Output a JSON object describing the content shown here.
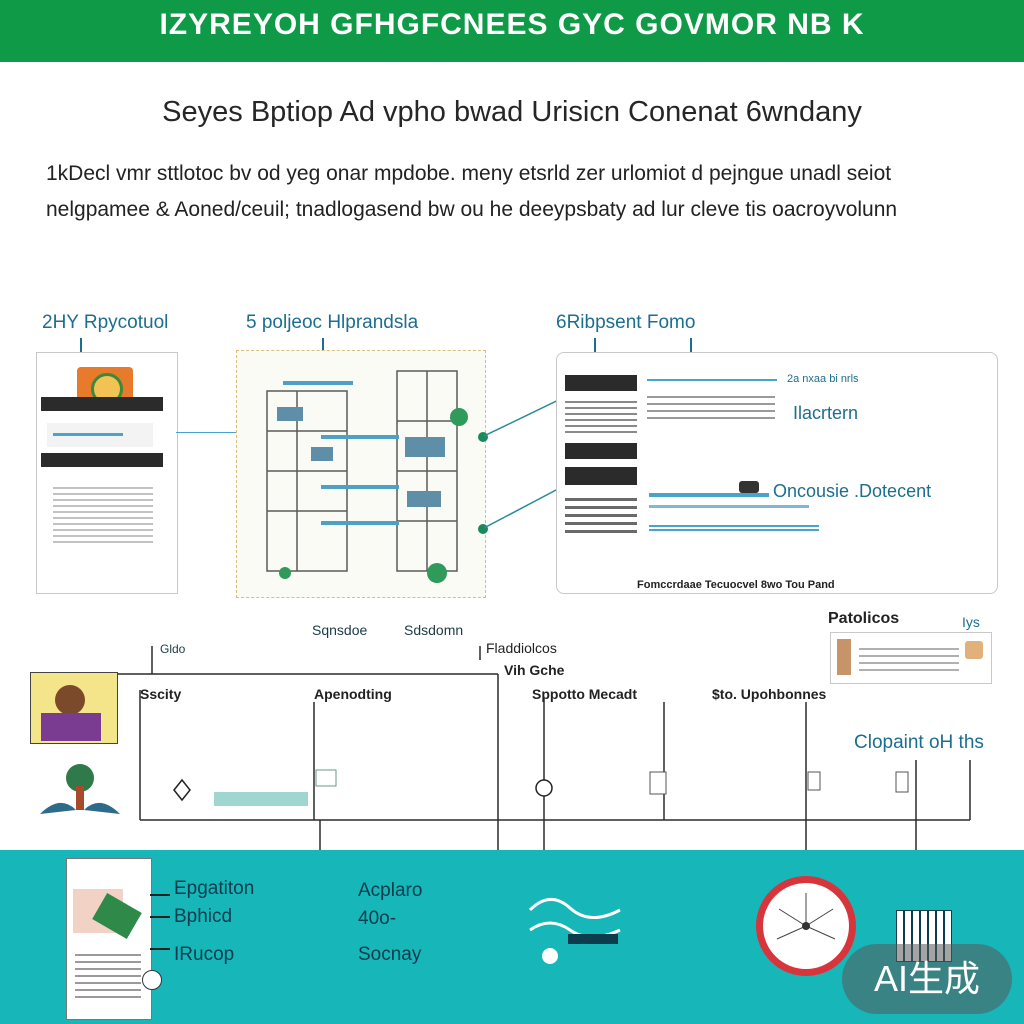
{
  "header": {
    "banner_text": "IZYREYOH GFHGFCNEES GYC GOVMOR NB     K",
    "headline": "Seyes Bptiop Ad vpho bwad Urisicn Conenat 6wndany",
    "intro_line1": "1kDecl vmr sttlotoc bv od yeg onar mpdobe. meny etsrld zer urlomiot d pejngue unadl seiot",
    "intro_line2": "nelgpamee & Aoned/ceuil; tnadlogasend bw ou he deeypsbaty ad lur cleve tis oacroyvolunn"
  },
  "panels": {
    "left_title": "2HY Rpycotuol",
    "middle_title": "5 poljeoc Hlprandsla",
    "right_title": "6Ribpsent Fomo",
    "right_label_1": "Ilacrtern",
    "right_label_2": "Oncousie .Dotecent",
    "right_top_small": "2a nxaa bi nrls",
    "right_footer": "Fomccrdaae Tecuocvel 8wo Tou Pand"
  },
  "flow": {
    "mid_left_small": "Sqnsdoe",
    "mid_center_small": "Sdsdomn",
    "left_tag": "Gldo",
    "center_label": "Fladdiolcos",
    "center_sub": "Vih Gche",
    "patolicos": "Patolicos",
    "patolicos_suffix": "Iys",
    "node_1": "Sscity",
    "node_2": "Apenodting",
    "node_3": "Sppotto Mecadt",
    "node_4": "$to. Upohbonnes",
    "right_blue": "Clopaint oH ths"
  },
  "bottom": {
    "left_items": [
      "Epgatiton",
      "Bphicd",
      "IRucop"
    ],
    "center_title": "Acplaro",
    "center_value": "40o-",
    "center_bottom": "Socnay"
  },
  "badge": "AI生成",
  "colors": {
    "banner_green": "#0e9a47",
    "teal": "#16b6b9",
    "accent_blue": "#1d6e8e",
    "red_ring": "#d8343b"
  }
}
